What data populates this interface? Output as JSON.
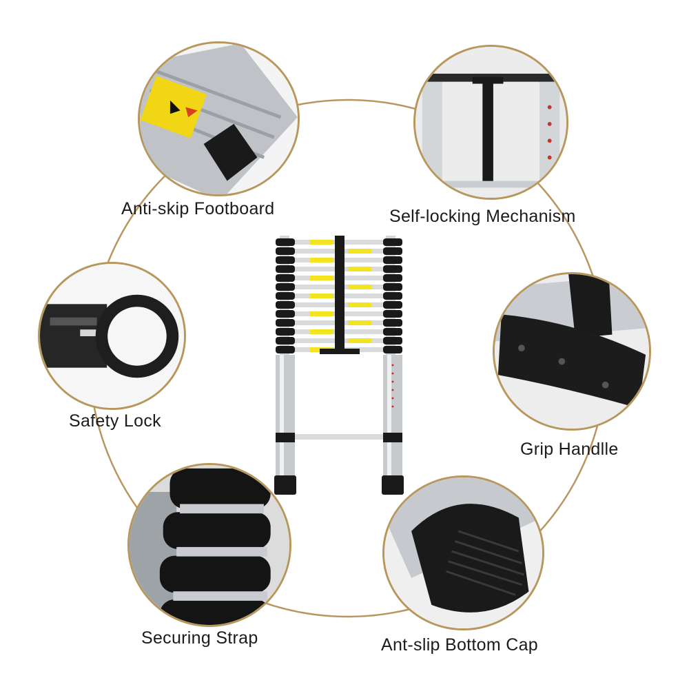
{
  "features": [
    {
      "id": "footboard",
      "label": "Anti-skip Footboard",
      "icon": "footboard-closeup"
    },
    {
      "id": "lock-mech",
      "label": "Self-locking Mechanism",
      "icon": "lock-mechanism-closeup"
    },
    {
      "id": "safety-lock",
      "label": "Safety Lock",
      "icon": "safety-lock-closeup"
    },
    {
      "id": "grip",
      "label": "Grip Handlle",
      "icon": "grip-handle-closeup"
    },
    {
      "id": "strap",
      "label": "Securing Strap",
      "icon": "securing-strap-closeup"
    },
    {
      "id": "cap",
      "label": "Ant-slip Bottom Cap",
      "icon": "bottom-cap-closeup"
    }
  ],
  "colors": {
    "ring": "#b8975f",
    "aluminum": "#c9ccd0",
    "black": "#1a1a1a",
    "yellow": "#f2e51f"
  }
}
